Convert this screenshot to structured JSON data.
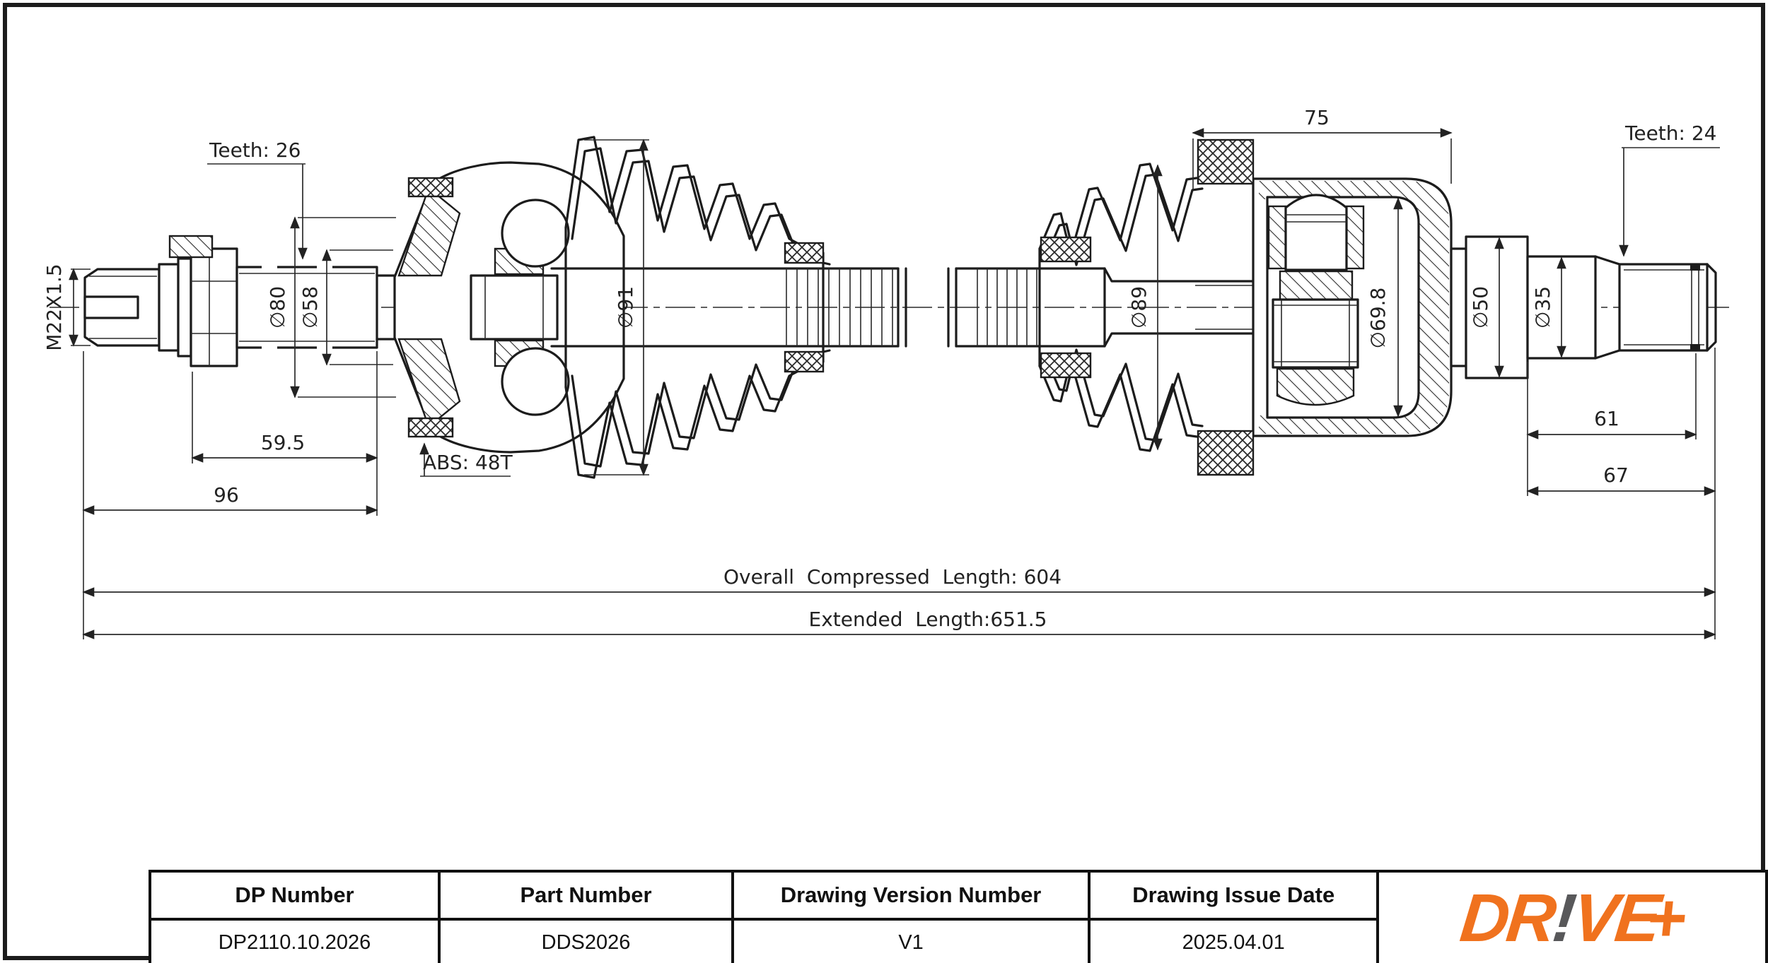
{
  "sheet": {
    "background": "#ffffff",
    "line_color": "#1c1c1c"
  },
  "drawing": {
    "dims": {
      "thread": "M22X1.5",
      "teeth_left": "Teeth: 26",
      "dia_80": "∅80",
      "dia_58": "∅58",
      "len_59_5": "59.5",
      "len_96": "96",
      "abs_ring": "ABS: 48T",
      "dia_91": "∅91",
      "dia_89": "∅89",
      "len_75": "75",
      "dia_69_8": "∅69.8",
      "dia_50": "∅50",
      "dia_35": "∅35",
      "teeth_right": "Teeth: 24",
      "len_61": "61",
      "len_67": "67",
      "overall_compressed": "Overall  Compressed  Length: 604",
      "extended": "Extended  Length:651.5"
    }
  },
  "title_block": {
    "columns": [
      {
        "header": "DP Number",
        "value": "DP2110.10.2026"
      },
      {
        "header": "Part Number",
        "value": "DDS2026"
      },
      {
        "header": "Drawing Version Number",
        "value": "V1"
      },
      {
        "header": "Drawing Issue Date",
        "value": "2025.04.01"
      }
    ],
    "logo": {
      "part1": "DR",
      "bang": "!",
      "part2": "VE",
      "plus": "+",
      "orange": "#F0721E",
      "gray": "#58585A"
    }
  }
}
